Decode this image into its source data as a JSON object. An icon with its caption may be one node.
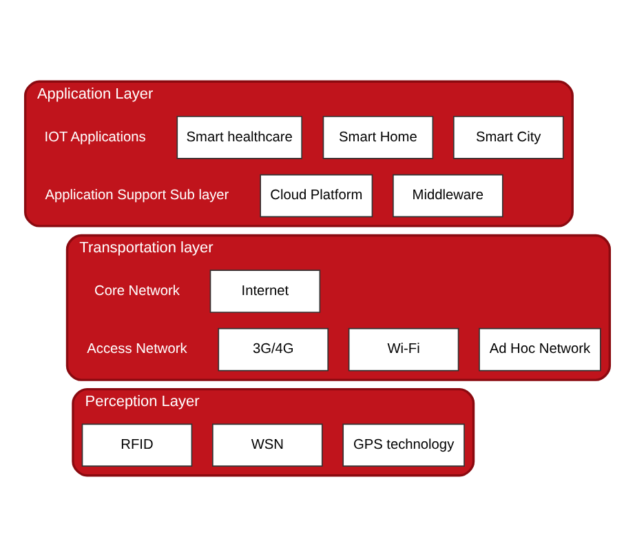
{
  "diagram": {
    "nodes": [
      {
        "text": [
          "Application Layer",
          "IOT Applications",
          "Application Support Sub layer"
        ]
      },
      {
        "text": [
          "Smart healthcare"
        ],
        "in": 0
      },
      {
        "text": [
          "Smart Home"
        ],
        "in": 0
      },
      {
        "text": [
          "Smart City"
        ],
        "in": 0
      },
      {
        "text": [
          "Cloud Platform"
        ],
        "in": 0
      },
      {
        "text": [
          "Middleware"
        ],
        "in": 0
      },
      {
        "text": [
          "Transportation layer",
          "Core Network",
          "Access Network"
        ]
      },
      {
        "text": [
          "Internet"
        ],
        "in": 6
      },
      {
        "text": [
          "3G/4G"
        ],
        "in": 6
      },
      {
        "text": [
          "Wi-Fi"
        ],
        "in": 6
      },
      {
        "text": [
          "Ad Hoc Network"
        ],
        "in": 6
      },
      {
        "text": [
          "Perception Layer"
        ]
      },
      {
        "text": [
          "RFID"
        ],
        "in": 11
      },
      {
        "text": [
          "WSN"
        ],
        "in": 11
      },
      {
        "text": [
          "GPS technology"
        ],
        "in": 11
      }
    ],
    "edges": []
  }
}
